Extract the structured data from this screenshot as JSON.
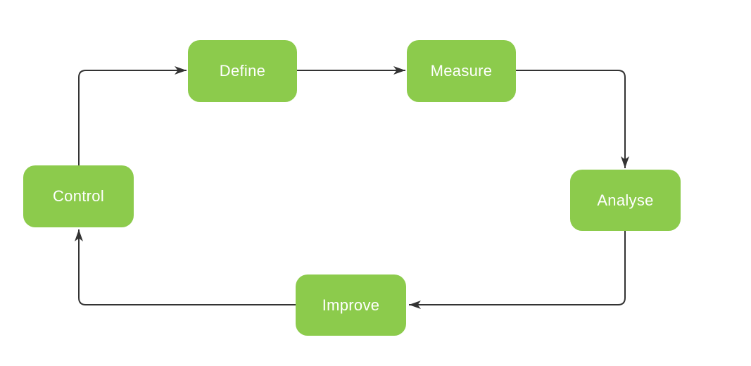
{
  "diagram": {
    "type": "process-cycle",
    "nodes": [
      {
        "id": "define",
        "label": "Define"
      },
      {
        "id": "measure",
        "label": "Measure"
      },
      {
        "id": "analyse",
        "label": "Analyse"
      },
      {
        "id": "improve",
        "label": "Improve"
      },
      {
        "id": "control",
        "label": "Control"
      }
    ],
    "edges": [
      {
        "from": "control",
        "to": "define",
        "style": "orthogonal-arrow"
      },
      {
        "from": "define",
        "to": "measure",
        "style": "orthogonal-arrow"
      },
      {
        "from": "measure",
        "to": "analyse",
        "style": "orthogonal-arrow"
      },
      {
        "from": "analyse",
        "to": "improve",
        "style": "orthogonal-arrow"
      },
      {
        "from": "improve",
        "to": "control",
        "style": "orthogonal-arrow"
      }
    ]
  },
  "colors": {
    "node_fill": "#8CCB4C",
    "node_text": "#FFFFFF",
    "connector": "#333333",
    "background": "#FFFFFF"
  }
}
